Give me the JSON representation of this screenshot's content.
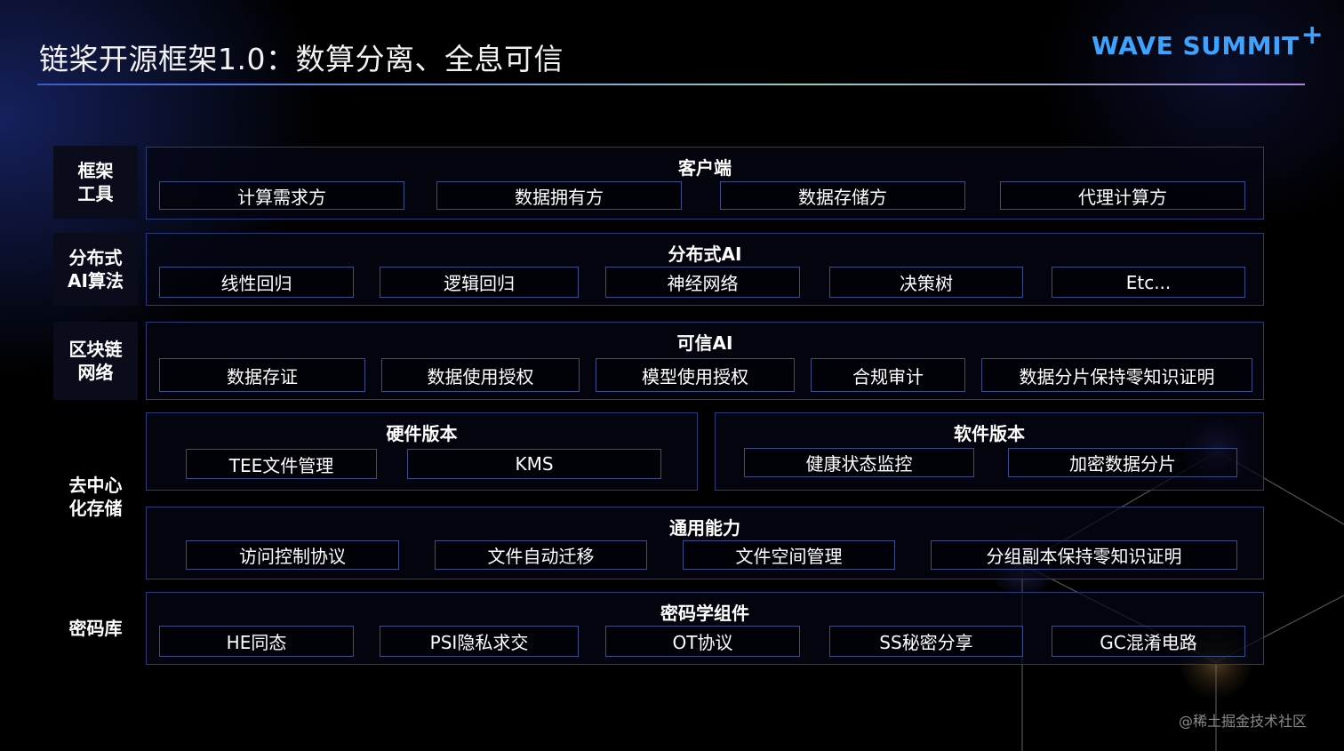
{
  "title": "链桨开源框架1.0：数算分离、全息可信",
  "logo": {
    "text": "WAVE SUMMIT",
    "plus": "+"
  },
  "watermark": "@稀土掘金技术社区",
  "side_labels": {
    "framework": "框架\n工具",
    "distributed_ai": "分布式\nAI算法",
    "blockchain": "区块链\n网络",
    "storage": "去中心\n化存储",
    "crypto": "密码库"
  },
  "layers": {
    "client": {
      "title": "客户端",
      "items": [
        "计算需求方",
        "数据拥有方",
        "数据存储方",
        "代理计算方"
      ]
    },
    "dist_ai": {
      "title": "分布式AI",
      "items": [
        "线性回归",
        "逻辑回归",
        "神经网络",
        "决策树",
        "Etc..."
      ]
    },
    "trusted_ai": {
      "title": "可信AI",
      "items": [
        "数据存证",
        "数据使用授权",
        "模型使用授权",
        "合规审计",
        "数据分片保持零知识证明"
      ]
    },
    "hardware": {
      "title": "硬件版本",
      "items": [
        "TEE文件管理",
        "KMS"
      ]
    },
    "software": {
      "title": "软件版本",
      "items": [
        "健康状态监控",
        "加密数据分片"
      ]
    },
    "general": {
      "title": "通用能力",
      "items": [
        "访问控制协议",
        "文件自动迁移",
        "文件空间管理",
        "分组副本保持零知识证明"
      ]
    },
    "crypto": {
      "title": "密码学组件",
      "items": [
        "HE同态",
        "PSI隐私求交",
        "OT协议",
        "SS秘密分享",
        "GC混淆电路"
      ]
    }
  },
  "colors": {
    "accent": "#3ea3ff",
    "border": "#2a3c7a",
    "item_border": "#3a4f8a"
  }
}
